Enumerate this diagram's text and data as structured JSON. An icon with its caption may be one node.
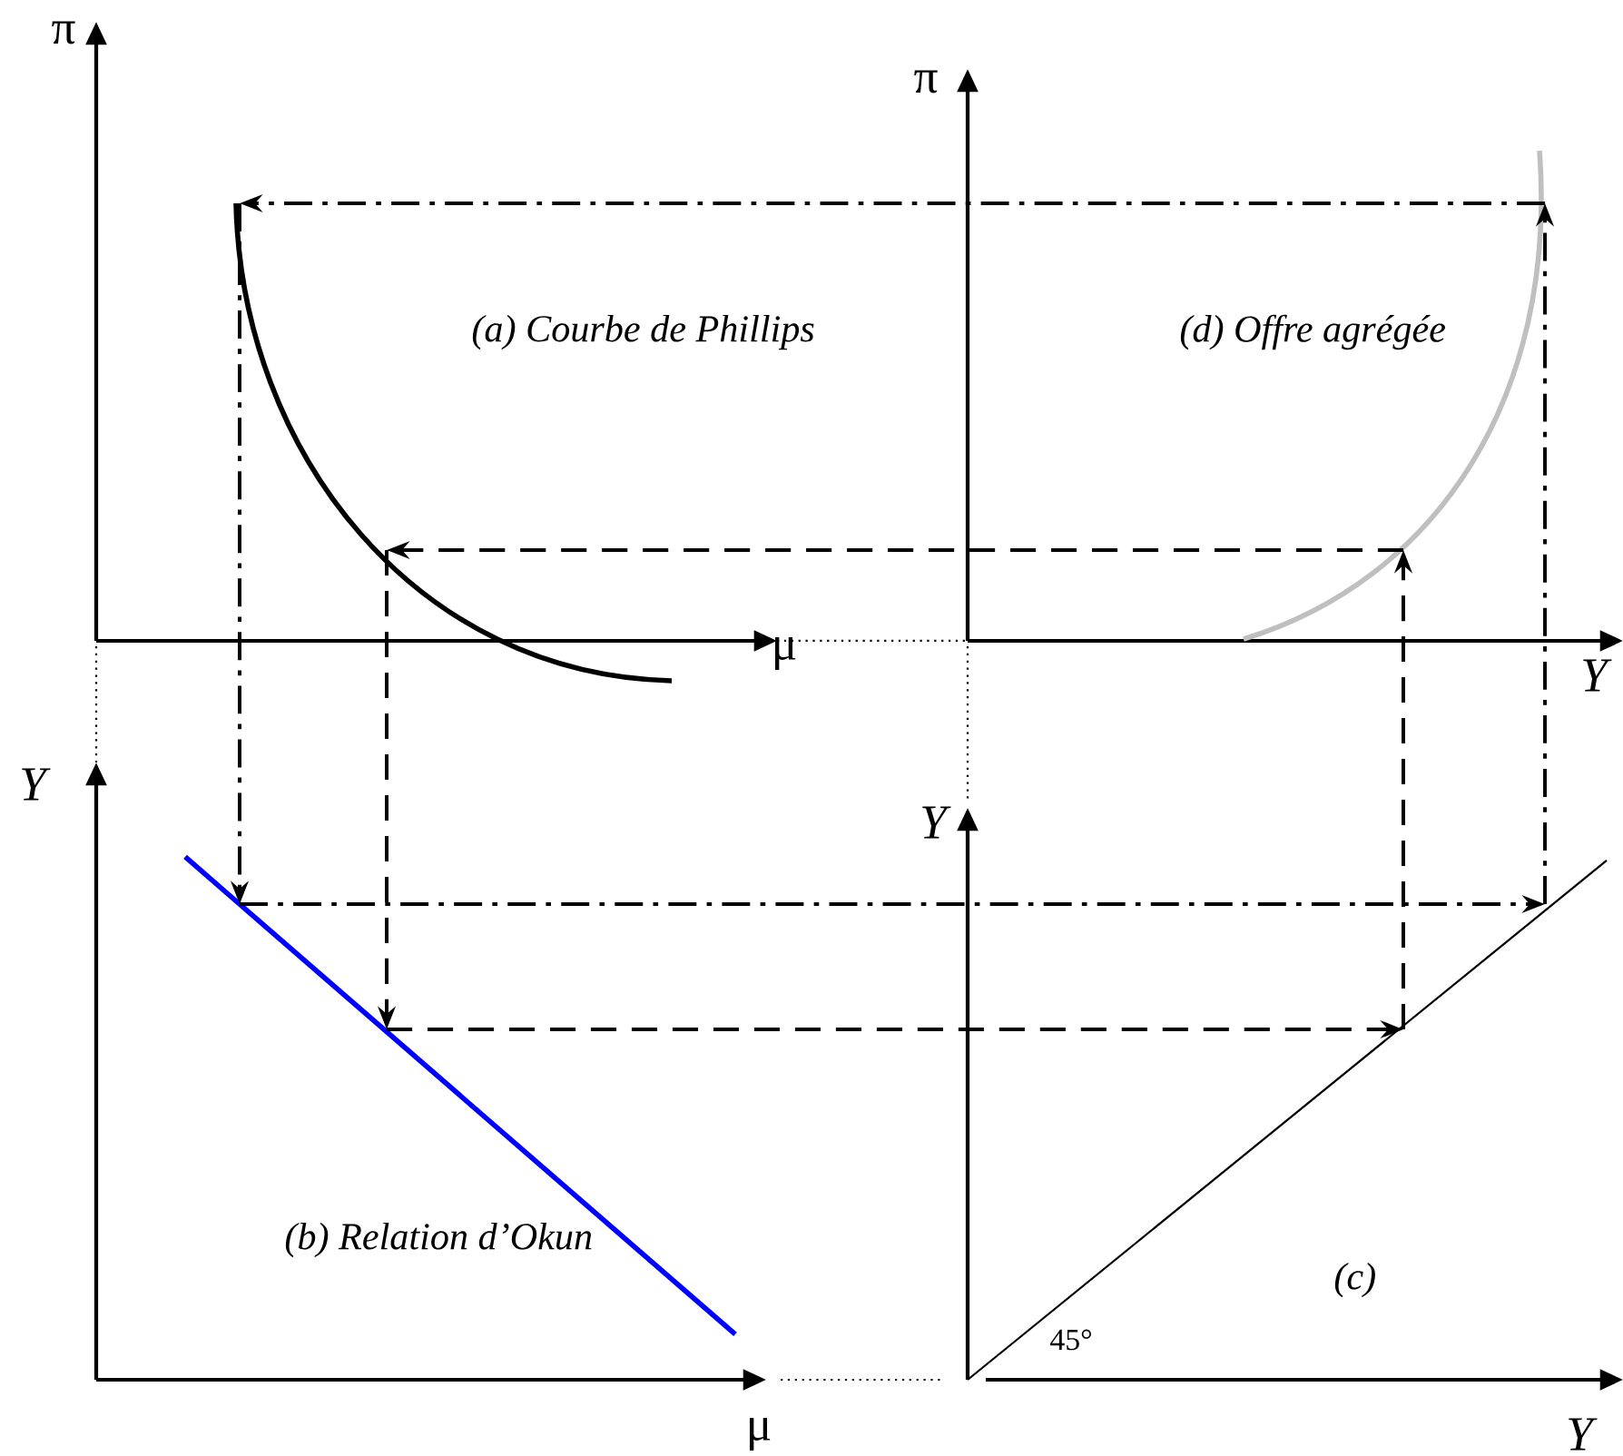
{
  "diagram": {
    "nodes": [
      {
        "text": [
          "(a) Courbe de Phillips"
        ]
      },
      {
        "text": [
          "(d) Offre agrégée"
        ]
      },
      {
        "text": [
          "(b) Relation d’Okun"
        ]
      },
      {
        "text": [
          "(c)"
        ]
      }
    ],
    "edges": [
      {
        "from": 1,
        "to": 0,
        "arrow": "to"
      },
      {
        "from": 0,
        "to": 2,
        "arrow": "to"
      },
      {
        "from": 2,
        "to": 3,
        "arrow": "to"
      },
      {
        "from": 3,
        "to": 1,
        "arrow": "to"
      },
      {
        "from": 1,
        "to": 0,
        "arrow": "to",
        "style": "dashed"
      },
      {
        "from": 0,
        "to": 2,
        "arrow": "to",
        "style": "dashed"
      },
      {
        "from": 2,
        "to": 3,
        "arrow": "to",
        "style": "dashed"
      },
      {
        "from": 3,
        "to": 1,
        "arrow": "to",
        "style": "dashed"
      }
    ],
    "labels": [
      "π",
      "π",
      "μ",
      "Y",
      "Y",
      "Y",
      "45°",
      "μ",
      "Y"
    ]
  }
}
